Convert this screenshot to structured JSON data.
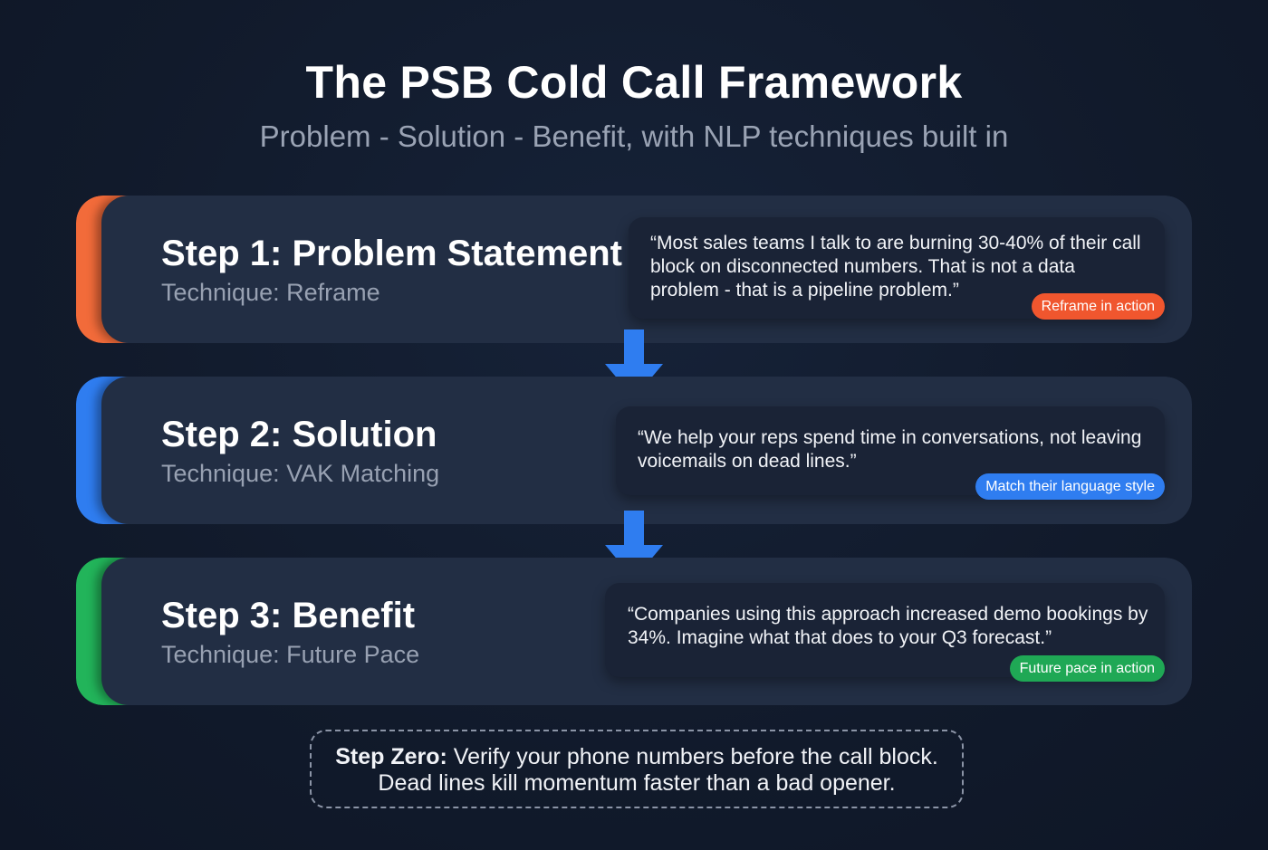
{
  "header": {
    "title": "The PSB Cold Call Framework",
    "subtitle": "Problem - Solution - Benefit, with NLP techniques built in"
  },
  "steps": [
    {
      "title": "Step 1: Problem Statement",
      "technique": "Technique: Reframe",
      "quote": "“Most sales teams I talk to are burning 30-40% of their call block on disconnected numbers. That is not a data problem - that is a pipeline problem.”",
      "badge": "Reframe in action",
      "accent_color": "#f26b3a",
      "badge_color": "#f0562e"
    },
    {
      "title": "Step 2: Solution",
      "technique": "Technique: VAK Matching",
      "quote": "“We help your reps spend time in conversations, not leaving voicemails on dead lines.”",
      "badge": "Match their language style",
      "accent_color": "#2f7df0",
      "badge_color": "#2f7df0"
    },
    {
      "title": "Step 3: Benefit",
      "technique": "Technique: Future Pace",
      "quote": "“Companies using this approach increased demo bookings by 34%. Imagine what that does to your Q3 forecast.”",
      "badge": "Future pace in action",
      "accent_color": "#22b45a",
      "badge_color": "#1fa855"
    }
  ],
  "arrow_color": "#2f7df0",
  "note": {
    "bold": "Step Zero:",
    "line1": " Verify your phone numbers before the call block.",
    "line2": "Dead lines kill momentum faster than a bad opener."
  }
}
